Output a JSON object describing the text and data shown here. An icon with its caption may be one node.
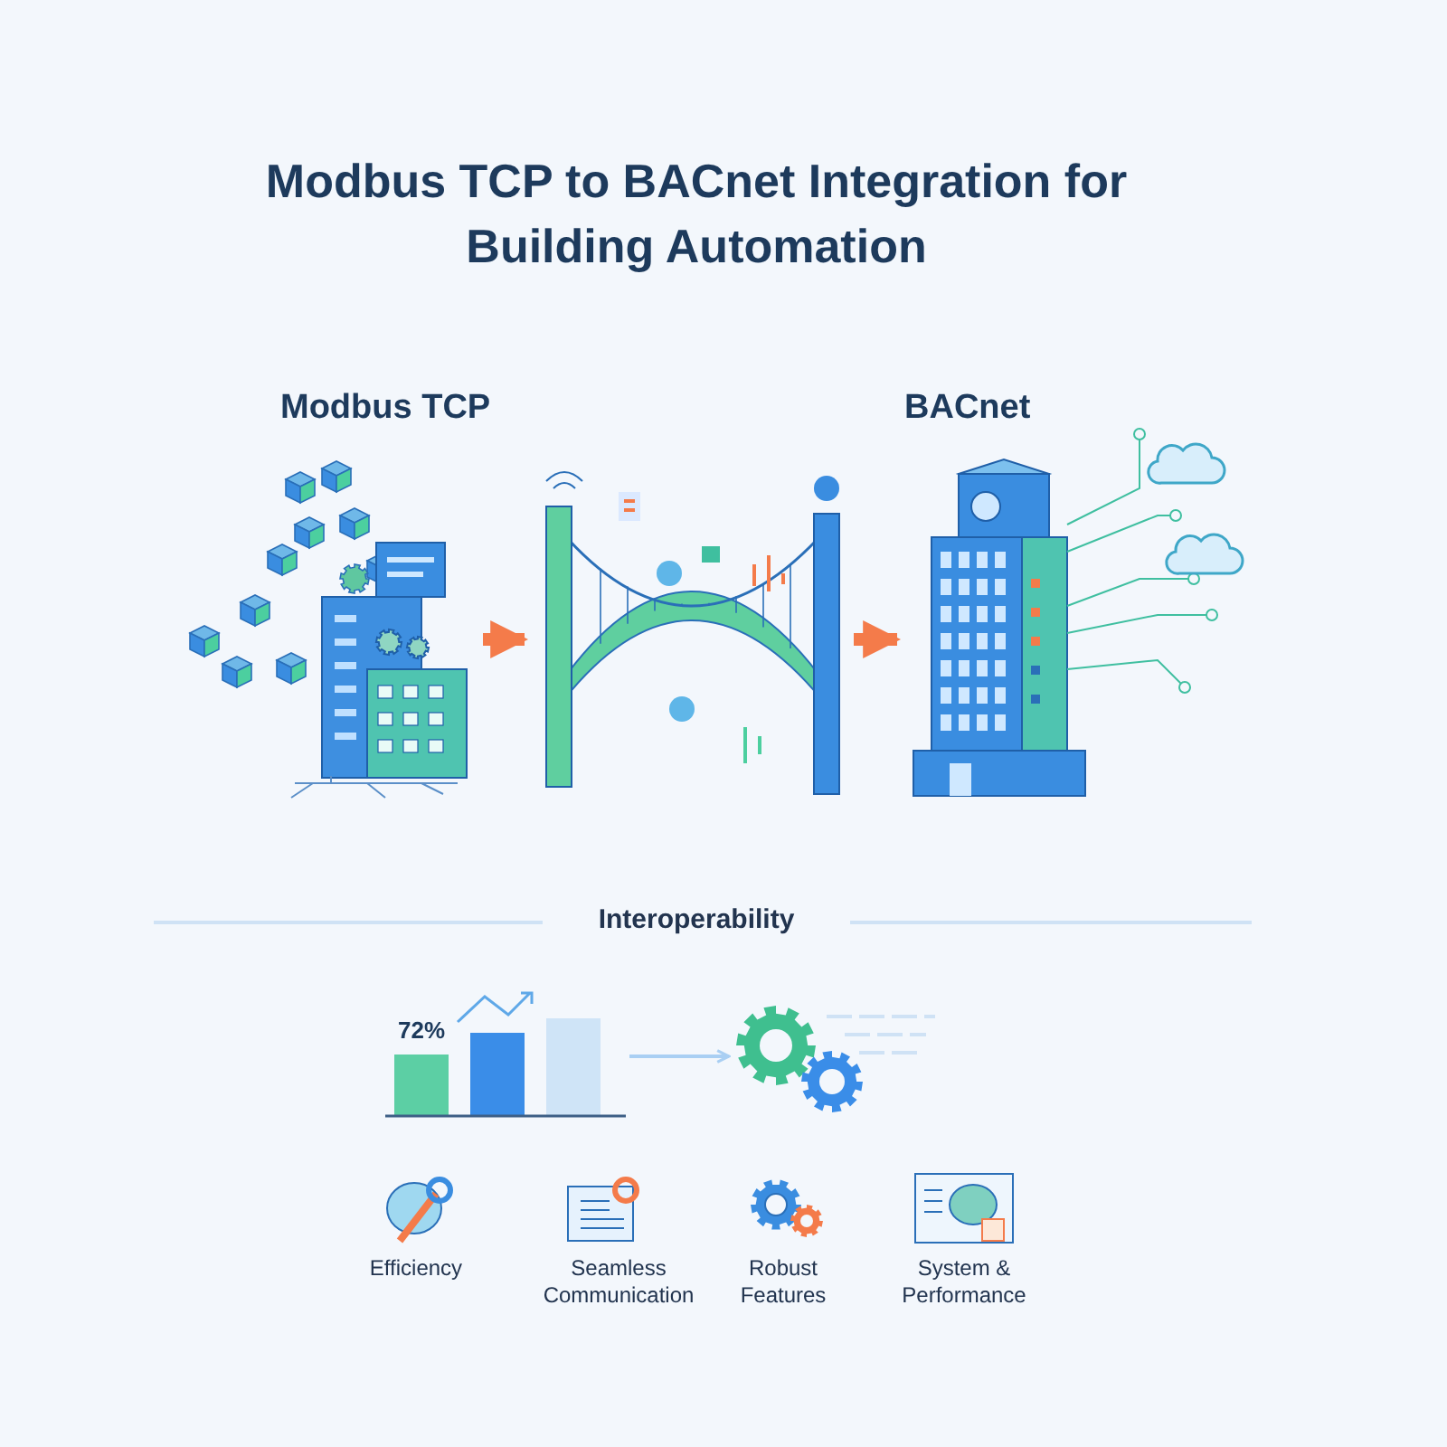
{
  "diagram": {
    "title": "Modbus TCP to BACnet Integration for Building Automation",
    "nodes": [
      {
        "text": [
          "Modbus TCP"
        ]
      },
      {
        "text": [],
        "shape": "picture"
      },
      {
        "text": [
          "BACnet"
        ]
      },
      {
        "text": [
          "72%"
        ]
      },
      {
        "text": [],
        "shape": "picture"
      }
    ],
    "edges": [
      {
        "from": 0,
        "to": 1,
        "arrow": "to"
      },
      {
        "from": 1,
        "to": 2,
        "arrow": "to"
      },
      {
        "from": 3,
        "to": 4,
        "arrow": "to",
        "color": "#a9cff3"
      }
    ],
    "labels": [
      "Interoperability",
      "Efficiency",
      "Seamless Communication",
      "Robust Features",
      "System & Performance"
    ]
  }
}
